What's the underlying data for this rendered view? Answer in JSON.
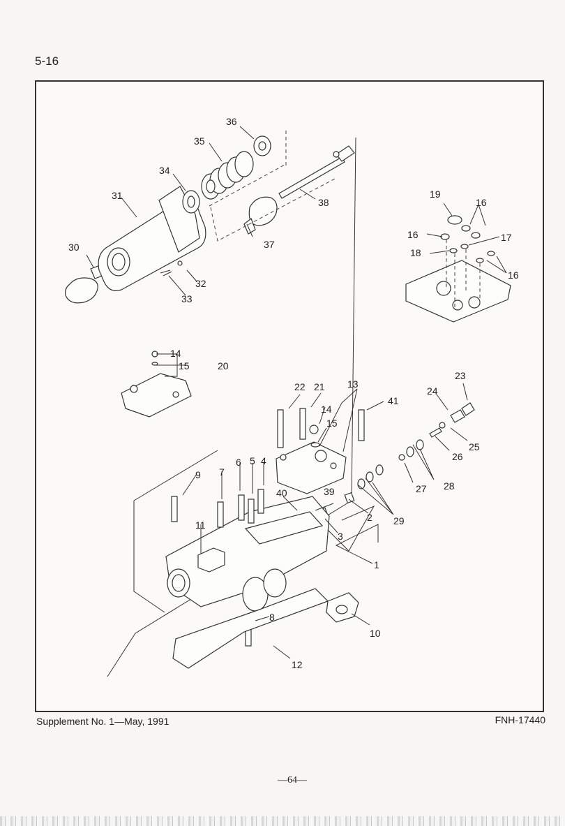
{
  "page": {
    "section_id": "5-16",
    "supplement": "Supplement  No. 1—May,  1991",
    "figure_number": "FNH-17440",
    "page_number": "—64—"
  },
  "callouts": [
    "1",
    "2",
    "3",
    "4",
    "5",
    "6",
    "7",
    "8",
    "9",
    "10",
    "11",
    "12",
    "13",
    "14",
    "15",
    "16",
    "17",
    "18",
    "19",
    "20",
    "21",
    "22",
    "23",
    "24",
    "25",
    "26",
    "27",
    "28",
    "29",
    "30",
    "31",
    "32",
    "33",
    "34",
    "35",
    "36",
    "37",
    "38",
    "39",
    "40",
    "41"
  ]
}
